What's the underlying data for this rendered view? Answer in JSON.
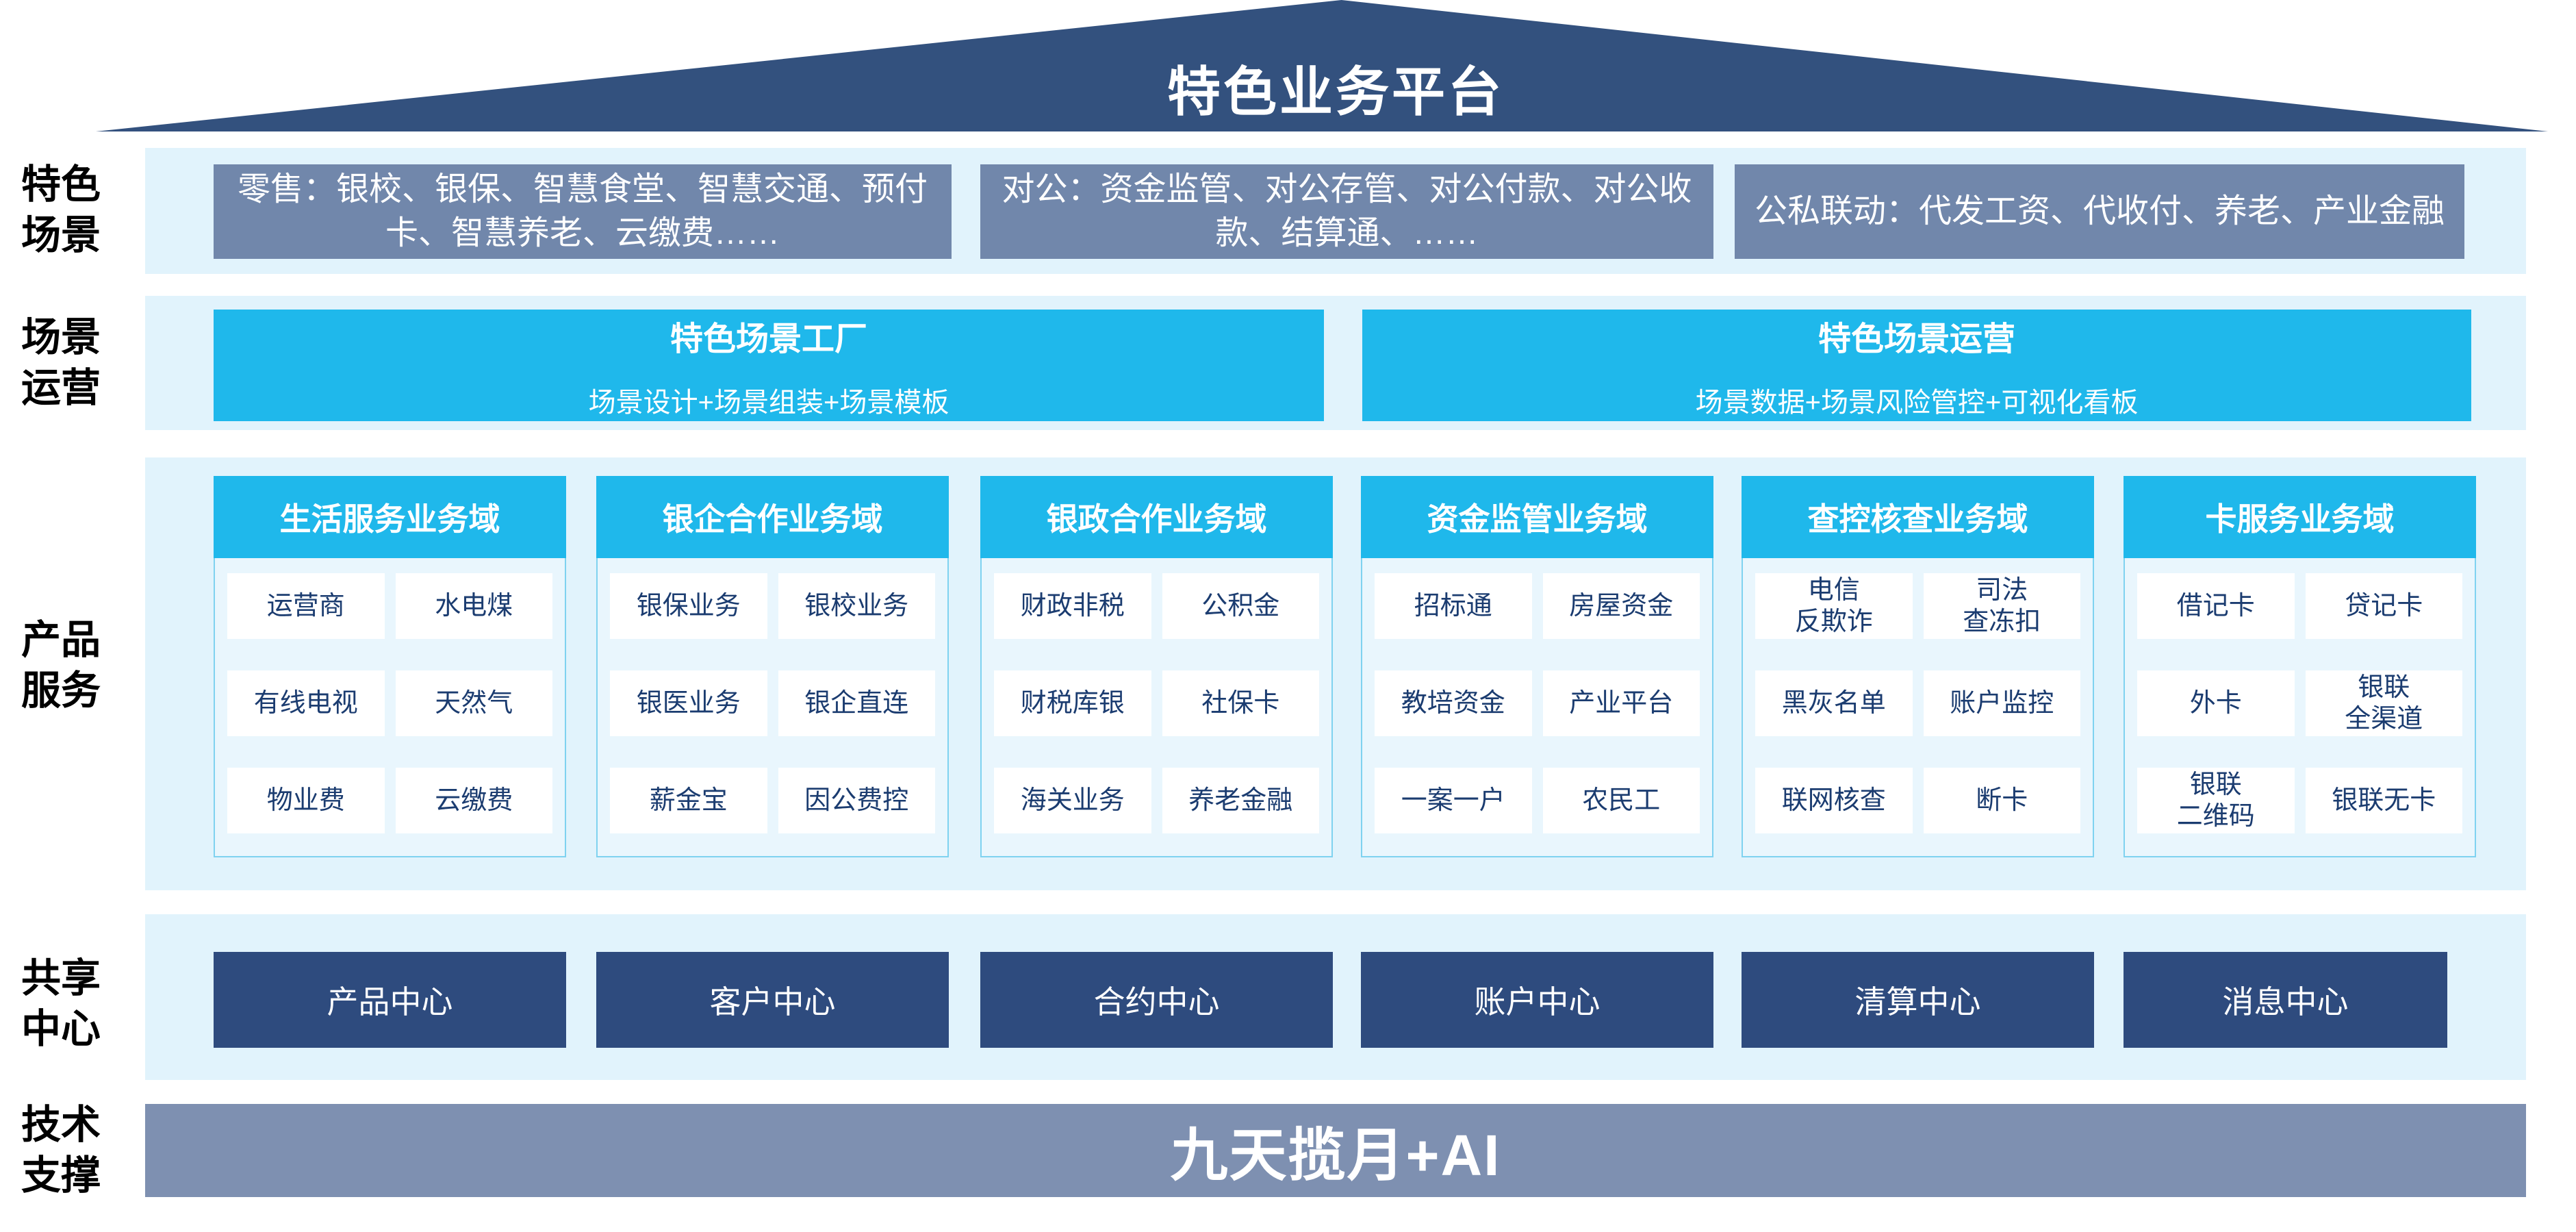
{
  "platform_title": "特色业务平台",
  "side_labels": {
    "scenarios": "特色\n场景",
    "operations": "场景\n运营",
    "products": "产品\n服务",
    "shared_centers": "共享\n中心",
    "tech_support": "技术\n支撑"
  },
  "scenario_boxes": [
    "零售：银校、银保、智慧食堂、智慧交通、预付卡、智慧养老、云缴费……",
    "对公：资金监管、对公存管、对公付款、对公收款、结算通、……",
    "公私联动：代发工资、代收付、养老、产业金融"
  ],
  "operation_boxes": [
    {
      "title": "特色场景工厂",
      "subtitle": "场景设计+场景组装+场景模板"
    },
    {
      "title": "特色场景运营",
      "subtitle": "场景数据+场景风险管控+可视化看板"
    }
  ],
  "product_columns": [
    {
      "header": "生活服务业务域",
      "cells": [
        "运营商",
        "水电煤",
        "有线电视",
        "天然气",
        "物业费",
        "云缴费"
      ]
    },
    {
      "header": "银企合作业务域",
      "cells": [
        "银保业务",
        "银校业务",
        "银医业务",
        "银企直连",
        "薪金宝",
        "因公费控"
      ]
    },
    {
      "header": "银政合作业务域",
      "cells": [
        "财政非税",
        "公积金",
        "财税库银",
        "社保卡",
        "海关业务",
        "养老金融"
      ]
    },
    {
      "header": "资金监管业务域",
      "cells": [
        "招标通",
        "房屋资金",
        "教培资金",
        "产业平台",
        "一案一户",
        "农民工"
      ]
    },
    {
      "header": "查控核查业务域",
      "cells": [
        "电信\n反欺诈",
        "司法\n查冻扣",
        "黑灰名单",
        "账户监控",
        "联网核查",
        "断卡"
      ]
    },
    {
      "header": "卡服务业务域",
      "cells": [
        "借记卡",
        "贷记卡",
        "外卡",
        "银联\n全渠道",
        "银联\n二维码",
        "银联无卡"
      ]
    }
  ],
  "shared_centers": [
    "产品中心",
    "客户中心",
    "合约中心",
    "账户中心",
    "清算中心",
    "消息中心"
  ],
  "tech_banner": "九天揽月+AI",
  "colors": {
    "roof_dark_blue": "#33517E",
    "center_box_blue": "#2E4B7E",
    "scenario_gray_blue": "#7187AB",
    "tech_banner_gray_blue": "#7E90B1",
    "accent_cyan": "#1FB8EB",
    "band_light_blue": "#E1F3FC",
    "column_body_blue": "#E9F6FD",
    "column_border_cyan": "#7FD2F0",
    "cell_text_navy": "#1B3C70"
  }
}
